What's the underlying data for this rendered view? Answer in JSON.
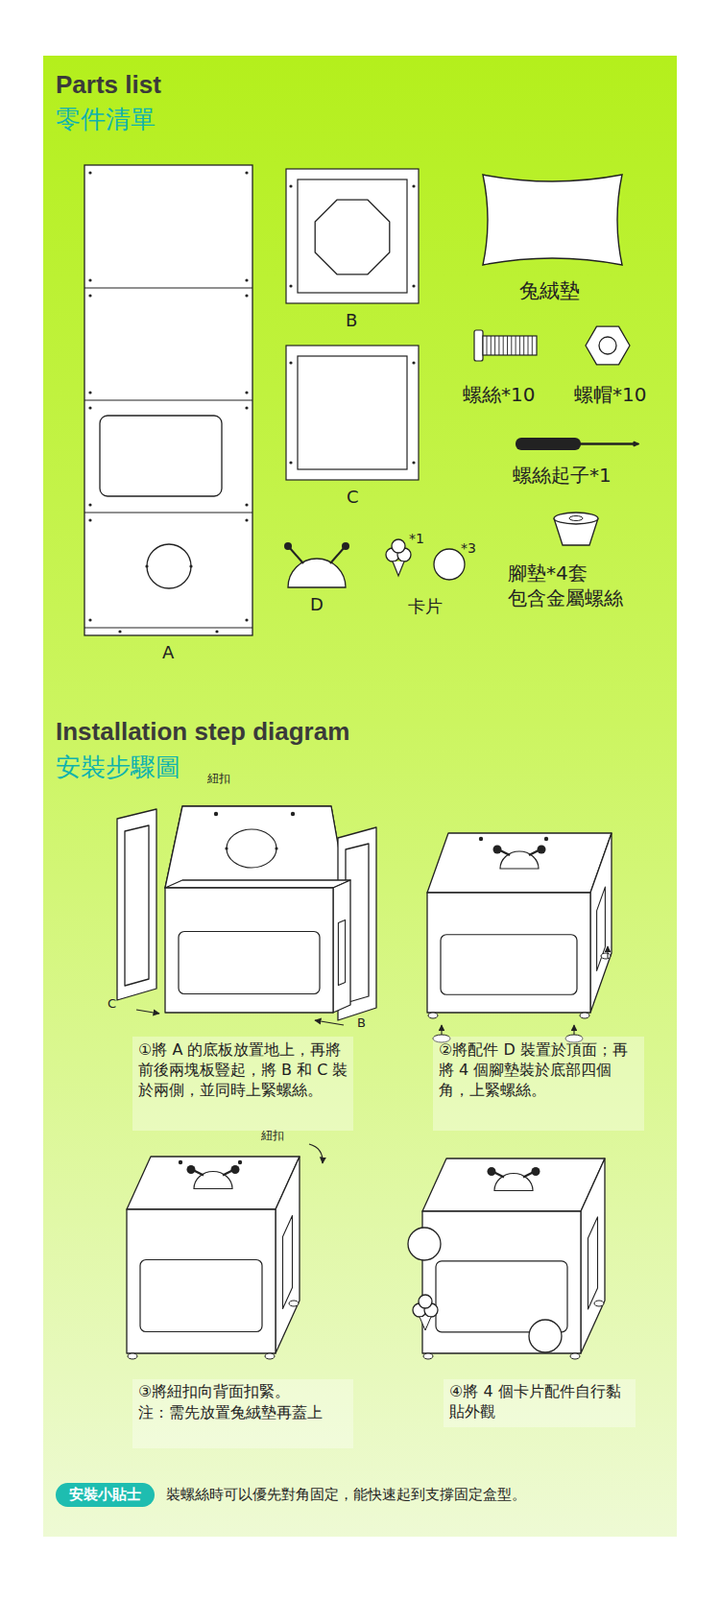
{
  "diagram": {
    "title": "Parts list",
    "nodes": [
      {
        "text": [
          "安裝小貼士"
        ]
      }
    ],
    "labels": [
      "零件清單",
      "B",
      "C",
      "兔絨墊",
      "螺絲*10",
      "螺帽*10",
      "螺絲起子*1",
      "D",
      "*1",
      "*3",
      "卡片",
      "腳墊*4套 包含金屬螺絲",
      "A",
      "Installation step diagram",
      "安裝步驟圖",
      "紐扣",
      "C",
      "B",
      "①將 A 的底板放置地上，再將前後兩塊板豎起，將 B 和 C 裝於兩側，並同時上緊螺絲。",
      "②將配件 D 裝置於頂面；再將 4 個腳墊裝於底部四個角，上緊螺絲。",
      "紐扣",
      "③將紐扣向背面扣緊。",
      "注：需先放置兔絨墊再蓋上",
      "④將 4 個卡片配件自行黏貼外觀",
      "裝螺絲時可以優先對角固定，能快速起到支撐固定盒型。"
    ]
  }
}
